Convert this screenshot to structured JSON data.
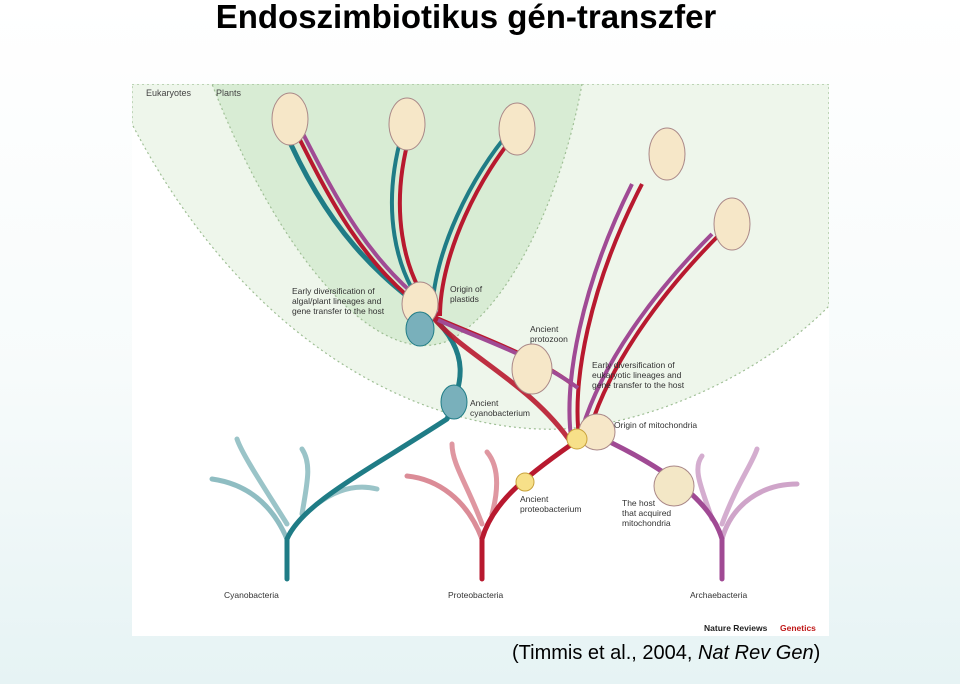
{
  "slide": {
    "title": "Endoszimbiotikus gén-transzfer",
    "citation_pre": "(Timmis et al., 2004, ",
    "citation_italic": "Nat Rev Gen",
    "citation_post": ")"
  },
  "diagram": {
    "region_labels": {
      "eukaryotes": "Eukaryotes",
      "plants": "Plants"
    },
    "labels": {
      "early_div_algal": [
        "Early diversification of",
        "algal/plant lineages and",
        "gene transfer to the host"
      ],
      "origin_plastids": [
        "Origin of",
        "plastids"
      ],
      "ancient_cyano": [
        "Ancient",
        "cyanobacterium"
      ],
      "ancient_protozoon": [
        "Ancient",
        "protozoon"
      ],
      "early_div_euk": [
        "Early diversification of",
        "eukaryotic lineages and",
        "gene transfer to the host"
      ],
      "origin_mito": "Origin of mitochondria",
      "ancient_proteo": [
        "Ancient",
        "proteobacterium"
      ],
      "host": [
        "The host",
        "that acquired",
        "mitochondria"
      ],
      "cyanobacteria": "Cyanobacteria",
      "proteobacteria": "Proteobacteria",
      "archaebacteria": "Archaebacteria"
    },
    "credit": {
      "journal": "Nature Reviews",
      "section": "Genetics"
    },
    "colors": {
      "cyano": "#1f7c86",
      "proteo": "#b8192f",
      "archaea": "#a04a94",
      "eukaryote_zone": "#edf5e9",
      "plant_zone": "#d7ecd6",
      "cell_fill": "#f6e7c8"
    }
  }
}
